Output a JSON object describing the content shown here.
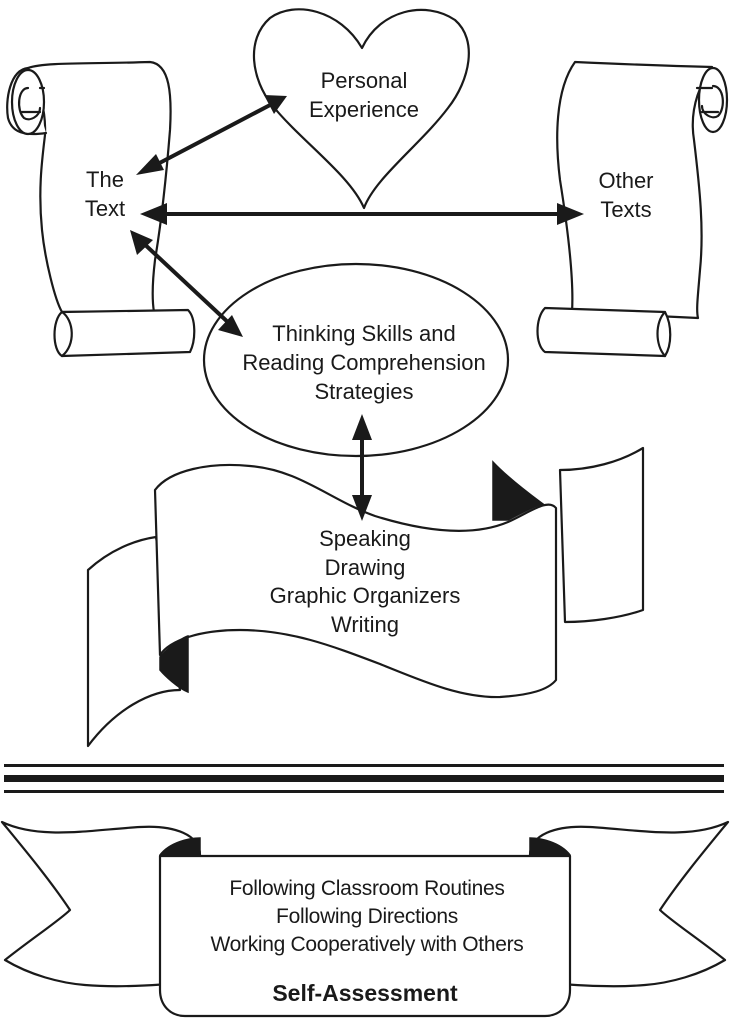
{
  "diagram": {
    "nodes": {
      "the_text": {
        "shape": "scroll",
        "lines": [
          "The",
          "Text"
        ]
      },
      "personal_experience": {
        "shape": "heart",
        "lines": [
          "Personal",
          "Experience"
        ]
      },
      "other_texts": {
        "shape": "scroll",
        "lines": [
          "Other",
          "Texts"
        ]
      },
      "thinking_skills": {
        "shape": "ellipse",
        "lines": [
          "Thinking Skills and",
          "Reading Comprehension",
          "Strategies"
        ]
      },
      "expression": {
        "shape": "banner",
        "lines": [
          "Speaking",
          "Drawing",
          "Graphic Organizers",
          "Writing"
        ]
      },
      "self_assessment": {
        "shape": "ribbon",
        "lines": [
          "Following Classroom Routines",
          "Following Directions",
          "Working Cooperatively with Others"
        ],
        "title": "Self-Assessment"
      }
    },
    "edges": [
      {
        "from": "the_text",
        "to": "personal_experience",
        "direction": "both"
      },
      {
        "from": "the_text",
        "to": "other_texts",
        "direction": "both"
      },
      {
        "from": "the_text",
        "to": "thinking_skills",
        "direction": "both"
      },
      {
        "from": "thinking_skills",
        "to": "expression",
        "direction": "both"
      }
    ],
    "separator": "triple-line"
  }
}
